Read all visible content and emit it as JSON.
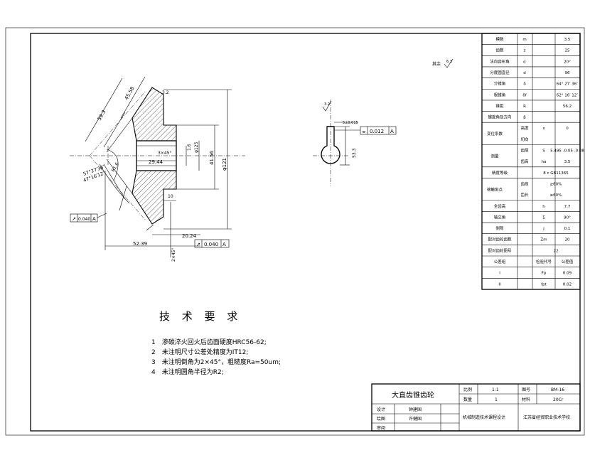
{
  "roughness_note": "其余",
  "roughness_value": "6.3",
  "gear_params": [
    {
      "name": "模数",
      "sym": "m",
      "val": "3.5"
    },
    {
      "name": "齿数",
      "sym": "z",
      "val": "25"
    },
    {
      "name": "法向齿形角",
      "sym": "α",
      "val": "20°"
    },
    {
      "name": "分度圆直径",
      "sym": "d",
      "val": "96"
    },
    {
      "name": "分锥角",
      "sym": "δ",
      "val": "64° 27′ 36″"
    },
    {
      "name": "根锥角",
      "sym": "δf",
      "val": "62° 16′ 12″"
    },
    {
      "name": "锥距",
      "sym": "R",
      "val": "56.2"
    },
    {
      "name": "螺旋角及方向",
      "sym": "β",
      "val": ""
    }
  ],
  "shift_label": "变位系数",
  "shift_rows": [
    {
      "sub": "高度",
      "sym": "x",
      "val": "0"
    },
    {
      "sub": "切向",
      "sym": "",
      "val": ""
    }
  ],
  "measure_label": "测量",
  "measure_rows": [
    {
      "sub": "齿厚",
      "sym": "S",
      "val": "5.495 -0.05 -0.08"
    },
    {
      "sub": "齿高",
      "sym": "ha",
      "val": "3.5"
    }
  ],
  "accuracy": {
    "name": "精度等级",
    "val": "8 c GB11365"
  },
  "contact_label": "接触斑点",
  "contact_rows": [
    {
      "sub": "齿高",
      "val": "≥60%"
    },
    {
      "sub": "齿长",
      "val": "≥60%"
    }
  ],
  "params2": [
    {
      "name": "全齿高",
      "sym": "h",
      "val": "7.7"
    },
    {
      "name": "轴交角",
      "sym": "Σ",
      "val": "90°"
    },
    {
      "name": "侧隙",
      "sym": "j",
      "val": "0.1"
    },
    {
      "name": "配对齿轮齿数",
      "sym": "Zm",
      "val": "20"
    }
  ],
  "pair_drawing": {
    "name": "配对齿轮图号",
    "val": "22"
  },
  "tolerance_header": {
    "group": "公差组",
    "code": "检验代号",
    "value": "公差值"
  },
  "tolerance_rows": [
    {
      "group": "I",
      "code": "Fp",
      "val": "0.09"
    },
    {
      "group": "II",
      "code": "fpt",
      "val": "0.02"
    }
  ],
  "tech_title": "技 术 要 求",
  "tech_items": [
    "1　渗碳淬火回火后齿面硬度HRC56-62;",
    "2　未注明尺寸公差处精度为IT12;",
    "3　未注明倒角为2×45°，粗糙度Ra=50um;",
    "4　未注明圆角半径为R2;"
  ],
  "title_block": {
    "part_name": "大直齿锥齿轮",
    "scale_label": "比例",
    "scale_val": "1:1",
    "drawing_no_label": "图号",
    "drawing_no_val": "BM-16",
    "qty_label": "数量",
    "qty_val": "1",
    "material_label": "材料",
    "material_val": "20Cr",
    "design_label": "设计",
    "design_val": "钟建国",
    "draw_label": "绘图",
    "draw_val": "许健国",
    "review_label": "审阅",
    "review_val": "",
    "course": "机械制造技术课程设计",
    "school": "江苏省经贸职业技术学校"
  },
  "dims": {
    "d1": "59.3",
    "d2": "45.58",
    "d3": "57°27′36″",
    "d4": "47°16′12″",
    "d5": "29.44",
    "d6": "3×45°",
    "d7": "φ125",
    "d8": "41.56",
    "d9": "φ121",
    "d10": "10",
    "d11": "20.24",
    "d12": "52.39",
    "d13": "2×45°",
    "d14": "R1.6",
    "d15": "5±0.015",
    "d16": "53.3",
    "d17": "1.6",
    "d18": "3.2"
  },
  "gdt": [
    {
      "sym": "↗",
      "val": "0.040",
      "datum": "A"
    },
    {
      "sym": "↗",
      "val": "0.040",
      "datum": "A"
    },
    {
      "sym": "⌯",
      "val": "0.012",
      "datum": "A"
    }
  ]
}
